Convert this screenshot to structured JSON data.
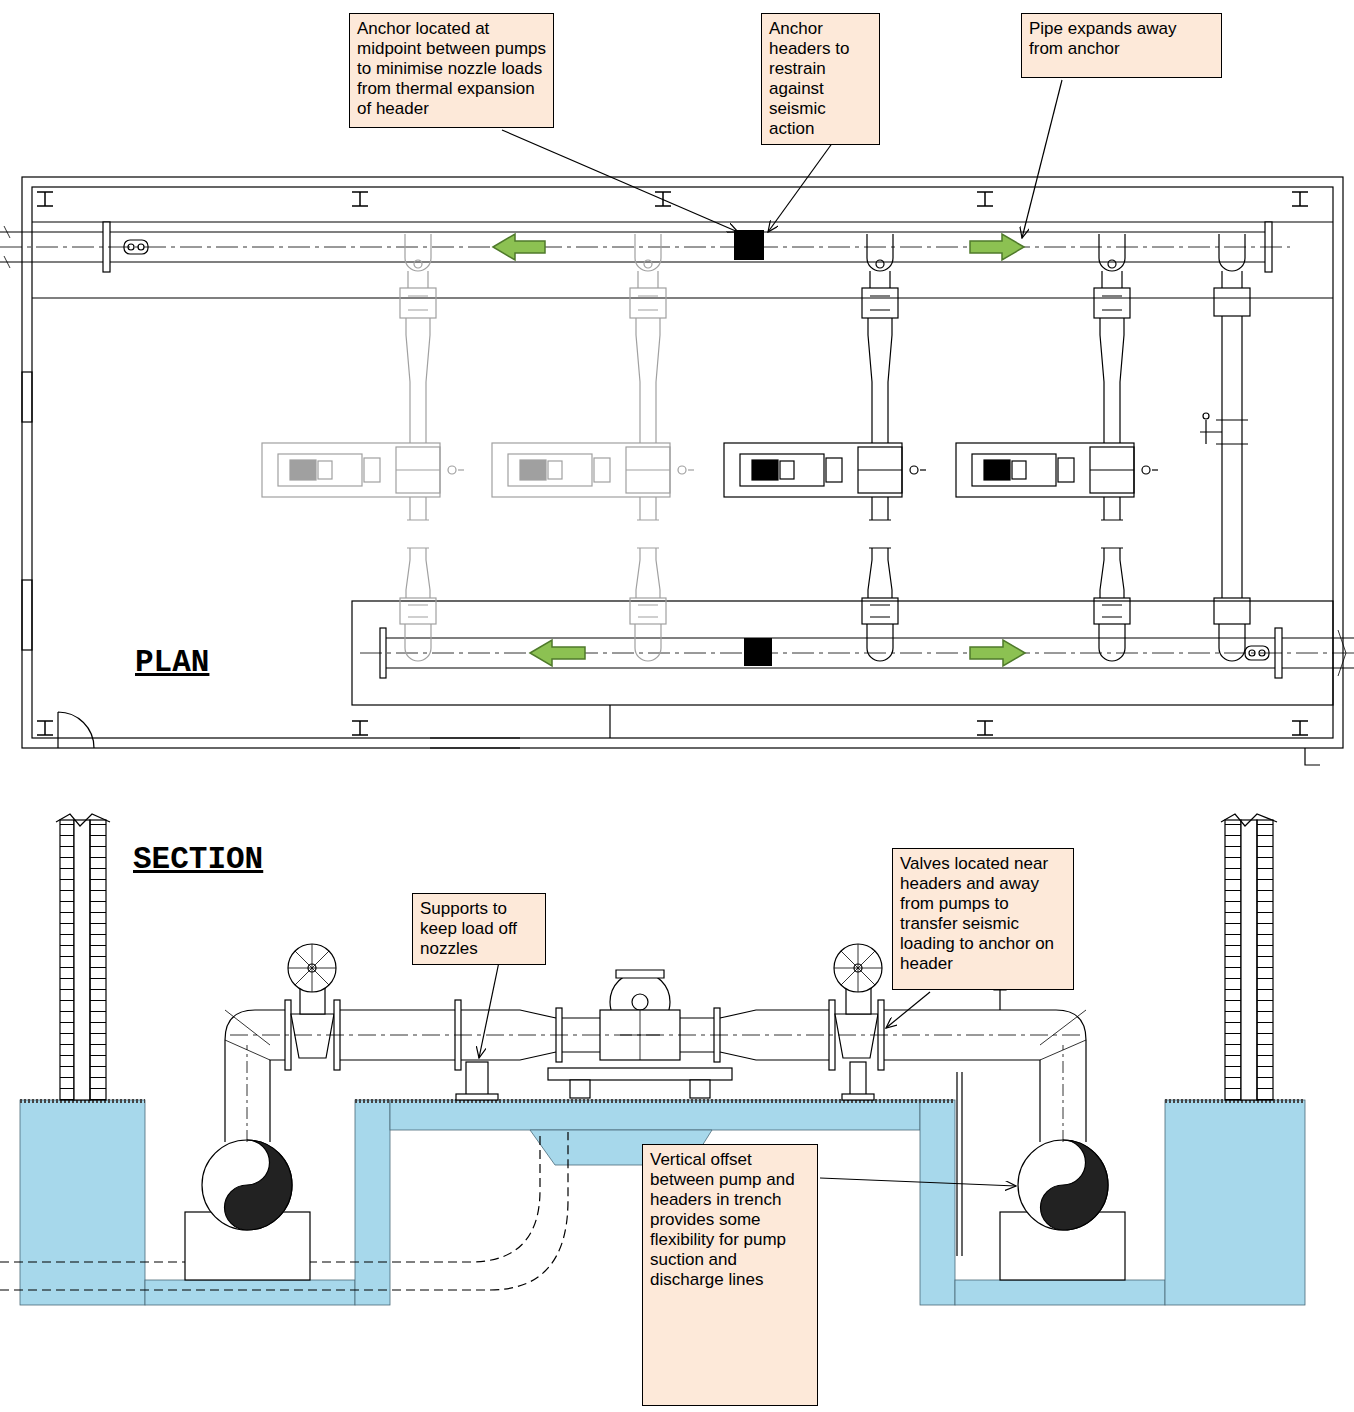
{
  "diagram": {
    "nodes": [
      {
        "text": [
          "Anchor located at midpoint between pumps to minimise nozzle loads from thermal expansion of header"
        ]
      },
      {
        "text": [
          "Anchor headers to restrain against seismic action"
        ]
      },
      {
        "text": [
          "Pipe expands away from anchor"
        ]
      },
      {
        "text": [
          "Supports to keep load off nozzles"
        ]
      },
      {
        "text": [
          "Valves located near headers and away from pumps to transfer seismic loading to anchor on header"
        ]
      },
      {
        "text": [
          "Vertical offset between pump and headers in trench provides some flexibility for pump suction and discharge lines"
        ]
      }
    ],
    "labels": [
      "PLAN",
      "SECTION"
    ]
  }
}
